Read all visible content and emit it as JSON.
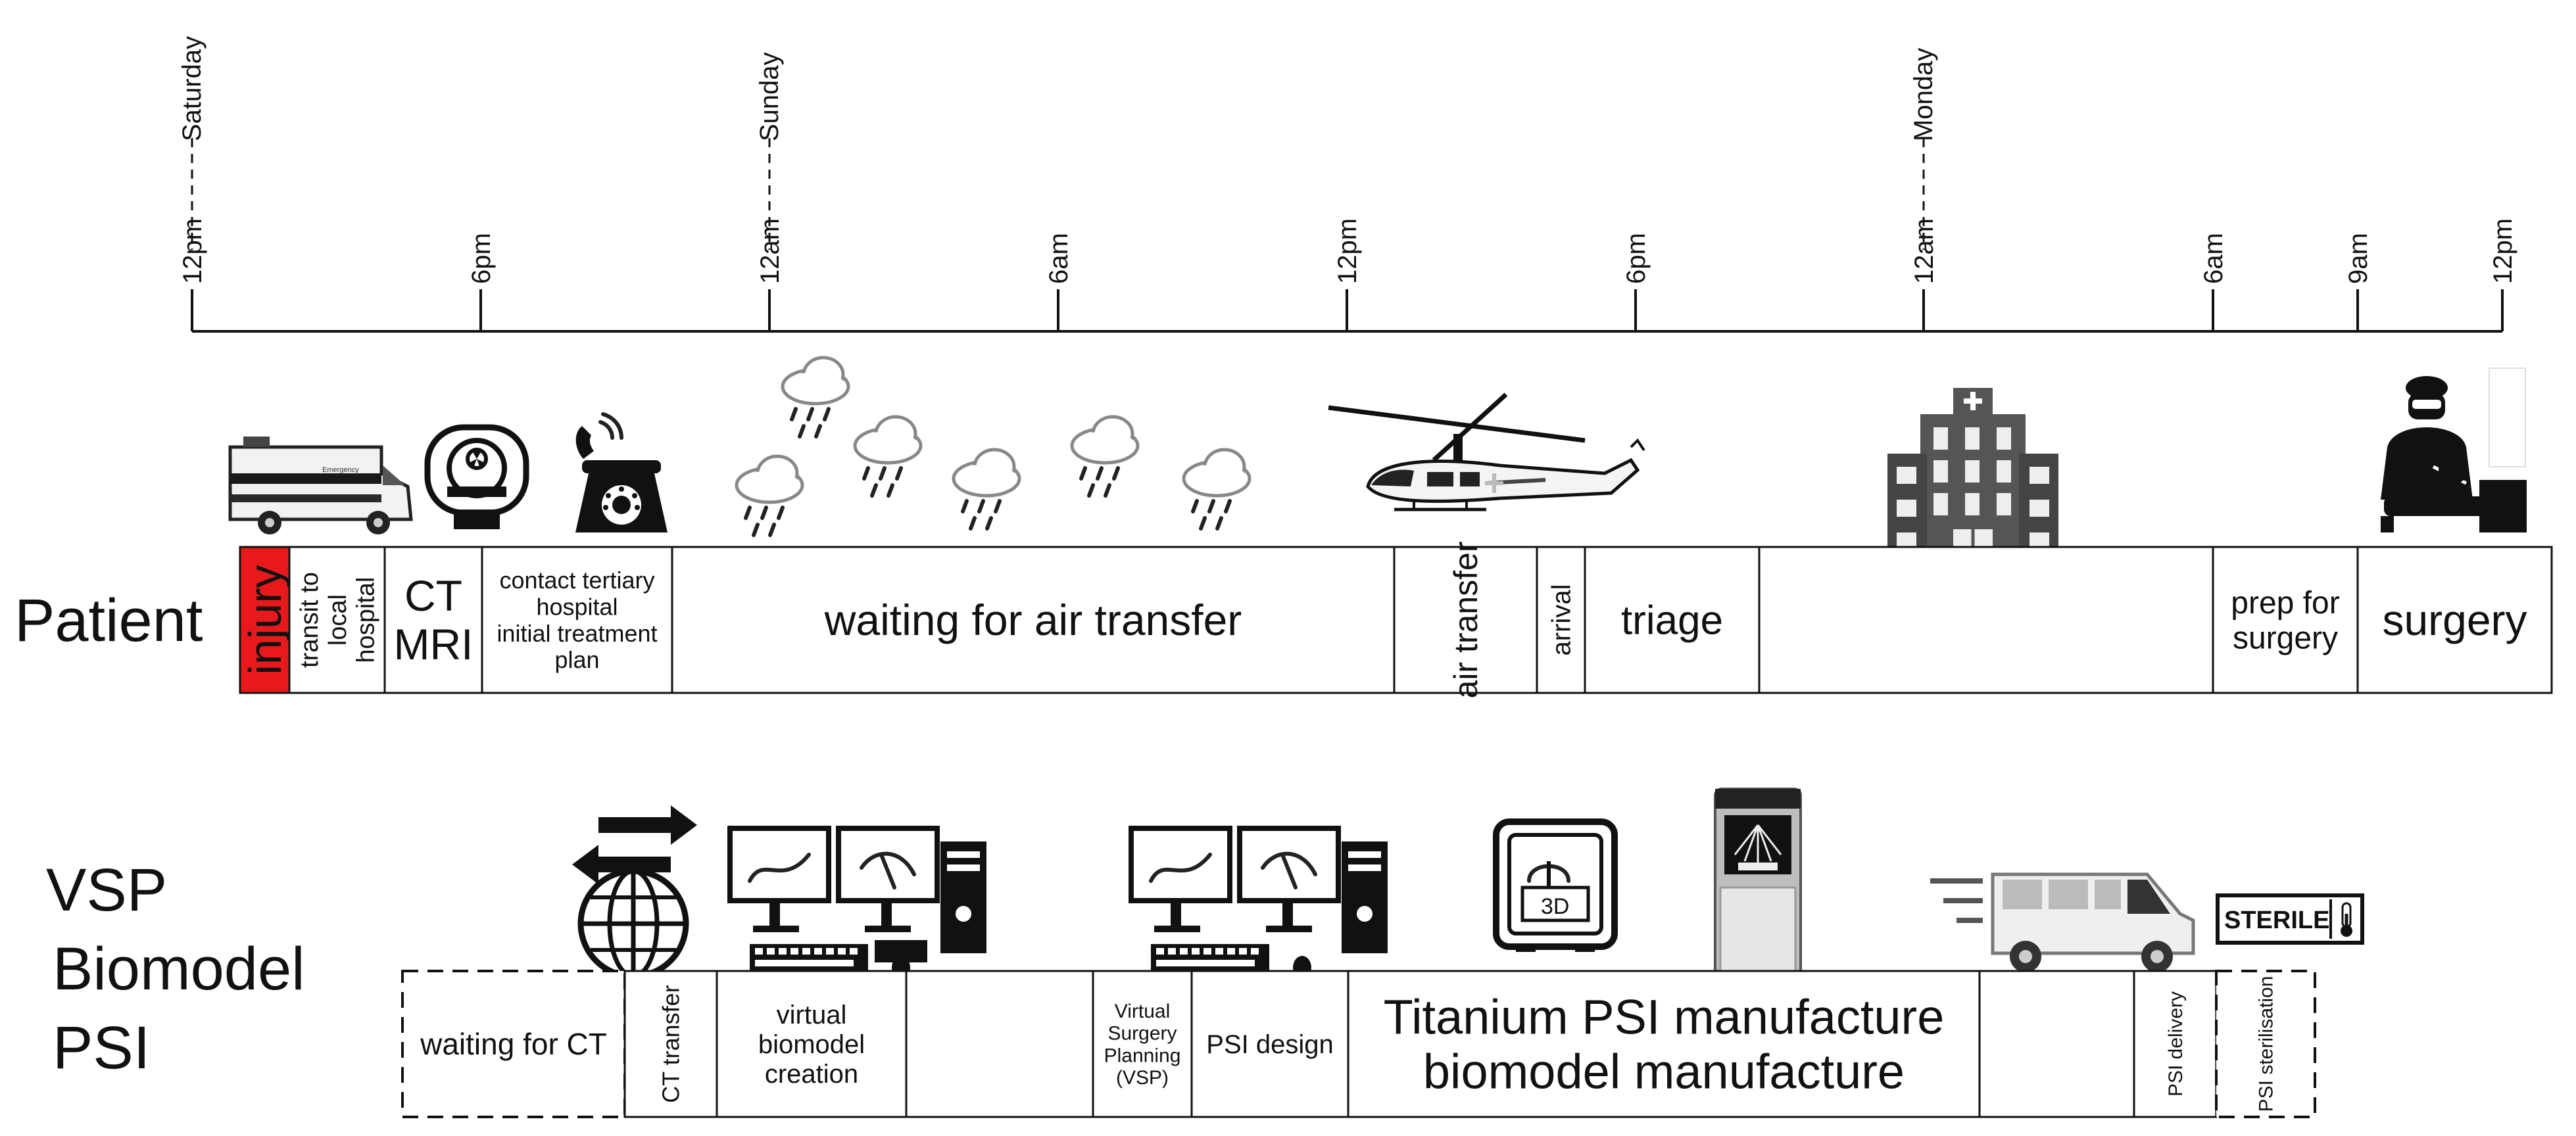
{
  "timeline": {
    "days": [
      "Saturday",
      "Sunday",
      "Monday"
    ],
    "ticks": [
      "12pm",
      "6pm",
      "12am",
      "6am",
      "12pm",
      "6pm",
      "12am",
      "6am",
      "9am",
      "12pm"
    ]
  },
  "rows": {
    "patient": "Patient",
    "psi": [
      "VSP",
      "Biomodel",
      "PSI"
    ]
  },
  "patient_segments": [
    {
      "lines": [
        "injury"
      ],
      "rotated": true,
      "highlight": "#e8191a"
    },
    {
      "lines": [
        "transit to",
        "local",
        "hospital"
      ],
      "rotated": true
    },
    {
      "lines": [
        "CT",
        "MRI"
      ]
    },
    {
      "lines": [
        "contact tertiary",
        "hospital",
        "initial treatment",
        "plan"
      ]
    },
    {
      "lines": [
        "waiting for air transfer"
      ]
    },
    {
      "lines": [
        "air transfer"
      ],
      "rotated": true
    },
    {
      "lines": [
        "arrival"
      ],
      "rotated": true
    },
    {
      "lines": [
        "triage"
      ]
    },
    {
      "lines": []
    },
    {
      "lines": [
        "prep for",
        "surgery"
      ]
    },
    {
      "lines": [
        "surgery"
      ]
    }
  ],
  "psi_segments": [
    {
      "lines": [
        "waiting for CT"
      ],
      "dashed": true
    },
    {
      "lines": [
        "CT transfer"
      ],
      "rotated": true
    },
    {
      "lines": [
        "virtual",
        "biomodel",
        "creation"
      ]
    },
    {
      "lines": []
    },
    {
      "lines": [
        "Virtual",
        "Surgery",
        "Planning",
        "(VSP)"
      ]
    },
    {
      "lines": [
        "PSI design"
      ]
    },
    {
      "lines": [
        "Titanium PSI manufacture",
        "biomodel manufacture"
      ]
    },
    {
      "lines": []
    },
    {
      "lines": [
        "PSI delivery"
      ],
      "rotated": true
    },
    {
      "lines": [
        "PSI sterilisation"
      ],
      "rotated": true,
      "dashed": true
    }
  ],
  "icons": {
    "ambulance_text": [
      "Emergency",
      "Ambulance"
    ],
    "printer_badge": "3D",
    "sterile_label": "STERILE"
  }
}
